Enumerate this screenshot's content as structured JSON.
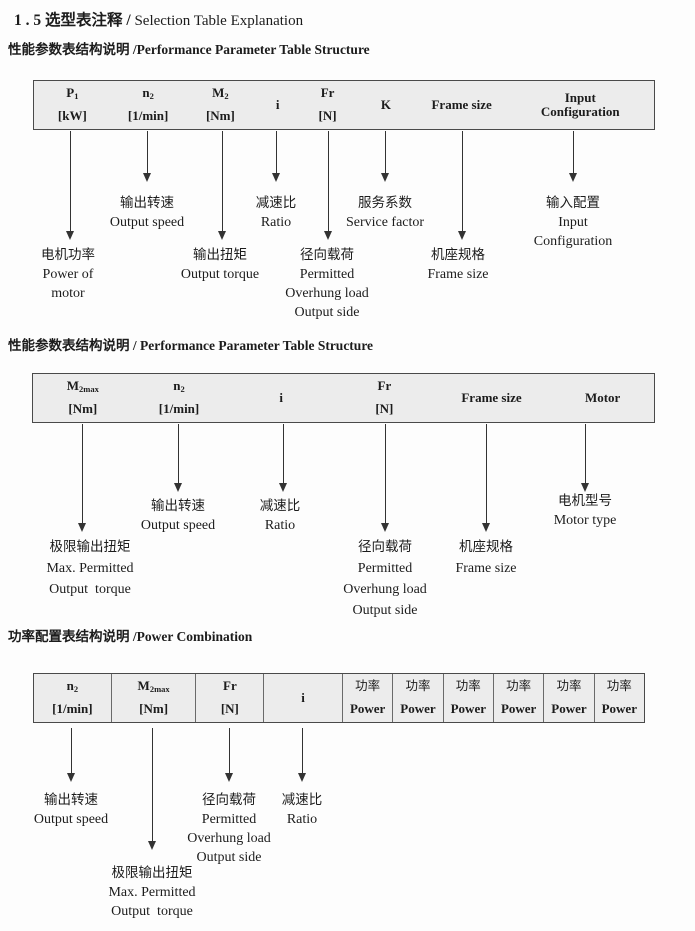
{
  "title": {
    "lead": "1 . 5 选型表注释 /",
    "rest": " Selection Table Explanation"
  },
  "s1": {
    "heading": "性能参数表结构说明 /Performance Parameter Table Structure",
    "table": {
      "p1": {
        "base": "P",
        "sub": "1",
        "unit": "[kW]"
      },
      "n2": {
        "base": "n",
        "sub": "2",
        "unit": "[1/min]"
      },
      "m2": {
        "base": "M",
        "sub": "2",
        "unit": "[Nm]"
      },
      "i": "i",
      "fr": {
        "base": "Fr",
        "unit": "[N]"
      },
      "k": "K",
      "frame": "Frame size",
      "input": {
        "line1": "Input",
        "line2": "Configuration"
      }
    },
    "callouts": {
      "motor_power": [
        "电机功率",
        "Power of",
        "motor"
      ],
      "output_speed": [
        "输出转速",
        "Output speed"
      ],
      "output_torque": [
        "输出扭矩",
        "Output torque"
      ],
      "ratio": [
        "减速比",
        "Ratio"
      ],
      "overhung": [
        "径向载荷",
        "Permitted",
        "Overhung load",
        "Output side"
      ],
      "service_factor": [
        "服务系数",
        "Service factor"
      ],
      "frame_size": [
        "机座规格",
        "Frame size"
      ],
      "input_cfg": [
        "输入配置",
        "Input",
        "Configuration"
      ]
    }
  },
  "s2": {
    "heading": "性能参数表结构说明 / Performance Parameter Table Structure",
    "table": {
      "m2max": {
        "base": "M",
        "sub": "2max",
        "unit": "[Nm]"
      },
      "n2": {
        "base": "n",
        "sub": "2",
        "unit": "[1/min]"
      },
      "i": "i",
      "fr": {
        "base": "Fr",
        "unit": "[N]"
      },
      "frame": "Frame size",
      "motor": "Motor"
    },
    "callouts": {
      "max_torque": [
        "极限输出扭矩",
        "Max. Permitted",
        "Output  torque"
      ],
      "output_speed": [
        "输出转速",
        "Output speed"
      ],
      "ratio": [
        "减速比",
        "Ratio"
      ],
      "overhung": [
        "径向载荷",
        "Permitted",
        "Overhung load",
        "Output side"
      ],
      "frame_size": [
        "机座规格",
        "Frame size"
      ],
      "motor_type": [
        "电机型号",
        "Motor type"
      ]
    }
  },
  "s3": {
    "heading": "功率配置表结构说明 /Power Combination",
    "table": {
      "n2": {
        "base": "n",
        "sub": "2",
        "unit": "[1/min]"
      },
      "m2max": {
        "base": "M",
        "sub": "2max",
        "unit": "[Nm]"
      },
      "fr": {
        "base": "Fr",
        "unit": "[N]"
      },
      "i": "i",
      "power": {
        "cn": "功率",
        "en": "Power"
      }
    },
    "callouts": {
      "output_speed": [
        "输出转速",
        "Output speed"
      ],
      "max_torque": [
        "极限输出扭矩",
        "Max. Permitted",
        "Output  torque"
      ],
      "overhung": [
        "径向载荷",
        "Permitted",
        "Overhung load",
        "Output side"
      ],
      "ratio": [
        "减速比",
        "Ratio"
      ]
    }
  }
}
